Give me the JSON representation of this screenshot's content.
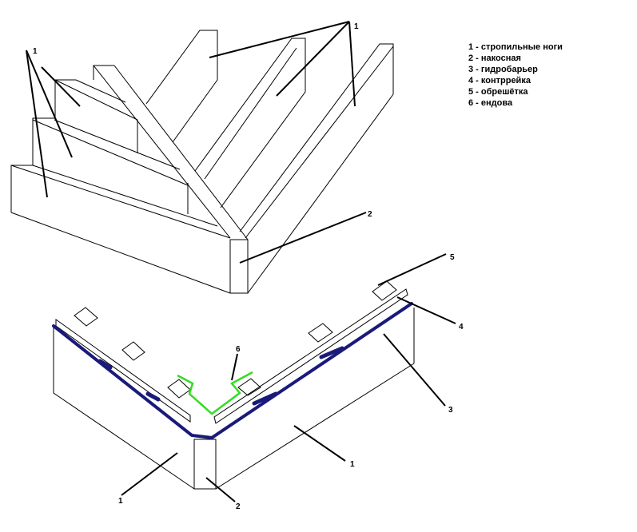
{
  "legend": [
    "1 - стропильные ноги",
    "2 - накосная",
    "3 - гидробарьер",
    "4 - контррейка",
    "5 - обрешётка",
    "6 - ендова"
  ],
  "labels": {
    "top_rafters": "1",
    "left_rafters": "1",
    "top_valley_beam": "2",
    "lathing": "5",
    "counter_batten": "4",
    "waterproofing": "3",
    "valley": "6",
    "right_rafter": "1",
    "left_rafter": "1",
    "bottom_valley_beam": "2"
  },
  "colors": {
    "waterproofing": "#1a1a7a",
    "valley": "#33dd22",
    "lines": "#000000"
  }
}
